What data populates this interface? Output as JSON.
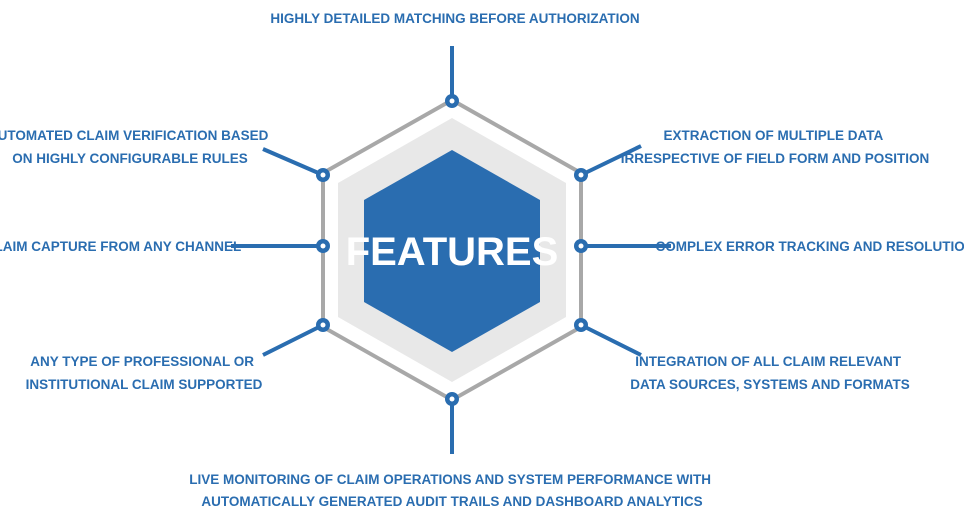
{
  "diagram": {
    "center": {
      "title": "FEATURES"
    },
    "features": [
      {
        "id": "top",
        "lines": [
          "HIGHLY DETAILED MATCHING BEFORE AUTHORIZATION"
        ]
      },
      {
        "id": "upper-left",
        "lines": [
          "AUTOMATED CLAIM VERIFICATION BASED",
          "ON HIGHLY CONFIGURABLE RULES"
        ]
      },
      {
        "id": "upper-right",
        "lines": [
          "EXTRACTION OF MULTIPLE DATA",
          "IRRESPECTIVE OF FIELD FORM AND POSITION"
        ]
      },
      {
        "id": "mid-left",
        "lines": [
          "CLAIM CAPTURE FROM ANY CHANNEL"
        ]
      },
      {
        "id": "mid-right",
        "lines": [
          "COMPLEX ERROR TRACKING AND RESOLUTION"
        ]
      },
      {
        "id": "lower-left",
        "lines": [
          "ANY TYPE OF PROFESSIONAL OR",
          "INSTITUTIONAL CLAIM SUPPORTED"
        ]
      },
      {
        "id": "lower-right",
        "lines": [
          "INTEGRATION OF ALL CLAIM RELEVANT",
          "DATA SOURCES, SYSTEMS AND FORMATS"
        ]
      },
      {
        "id": "bottom",
        "lines": [
          "LIVE MONITORING OF CLAIM OPERATIONS AND SYSTEM PERFORMANCE WITH",
          "AUTOMATICALLY GENERATED AUDIT TRAILS AND DASHBOARD ANALYTICS"
        ]
      }
    ],
    "colors": {
      "accent": "#2a6db0",
      "outline": "#a8a8a8",
      "inner_fill": "#e8e8e8",
      "background": "#ffffff"
    }
  }
}
